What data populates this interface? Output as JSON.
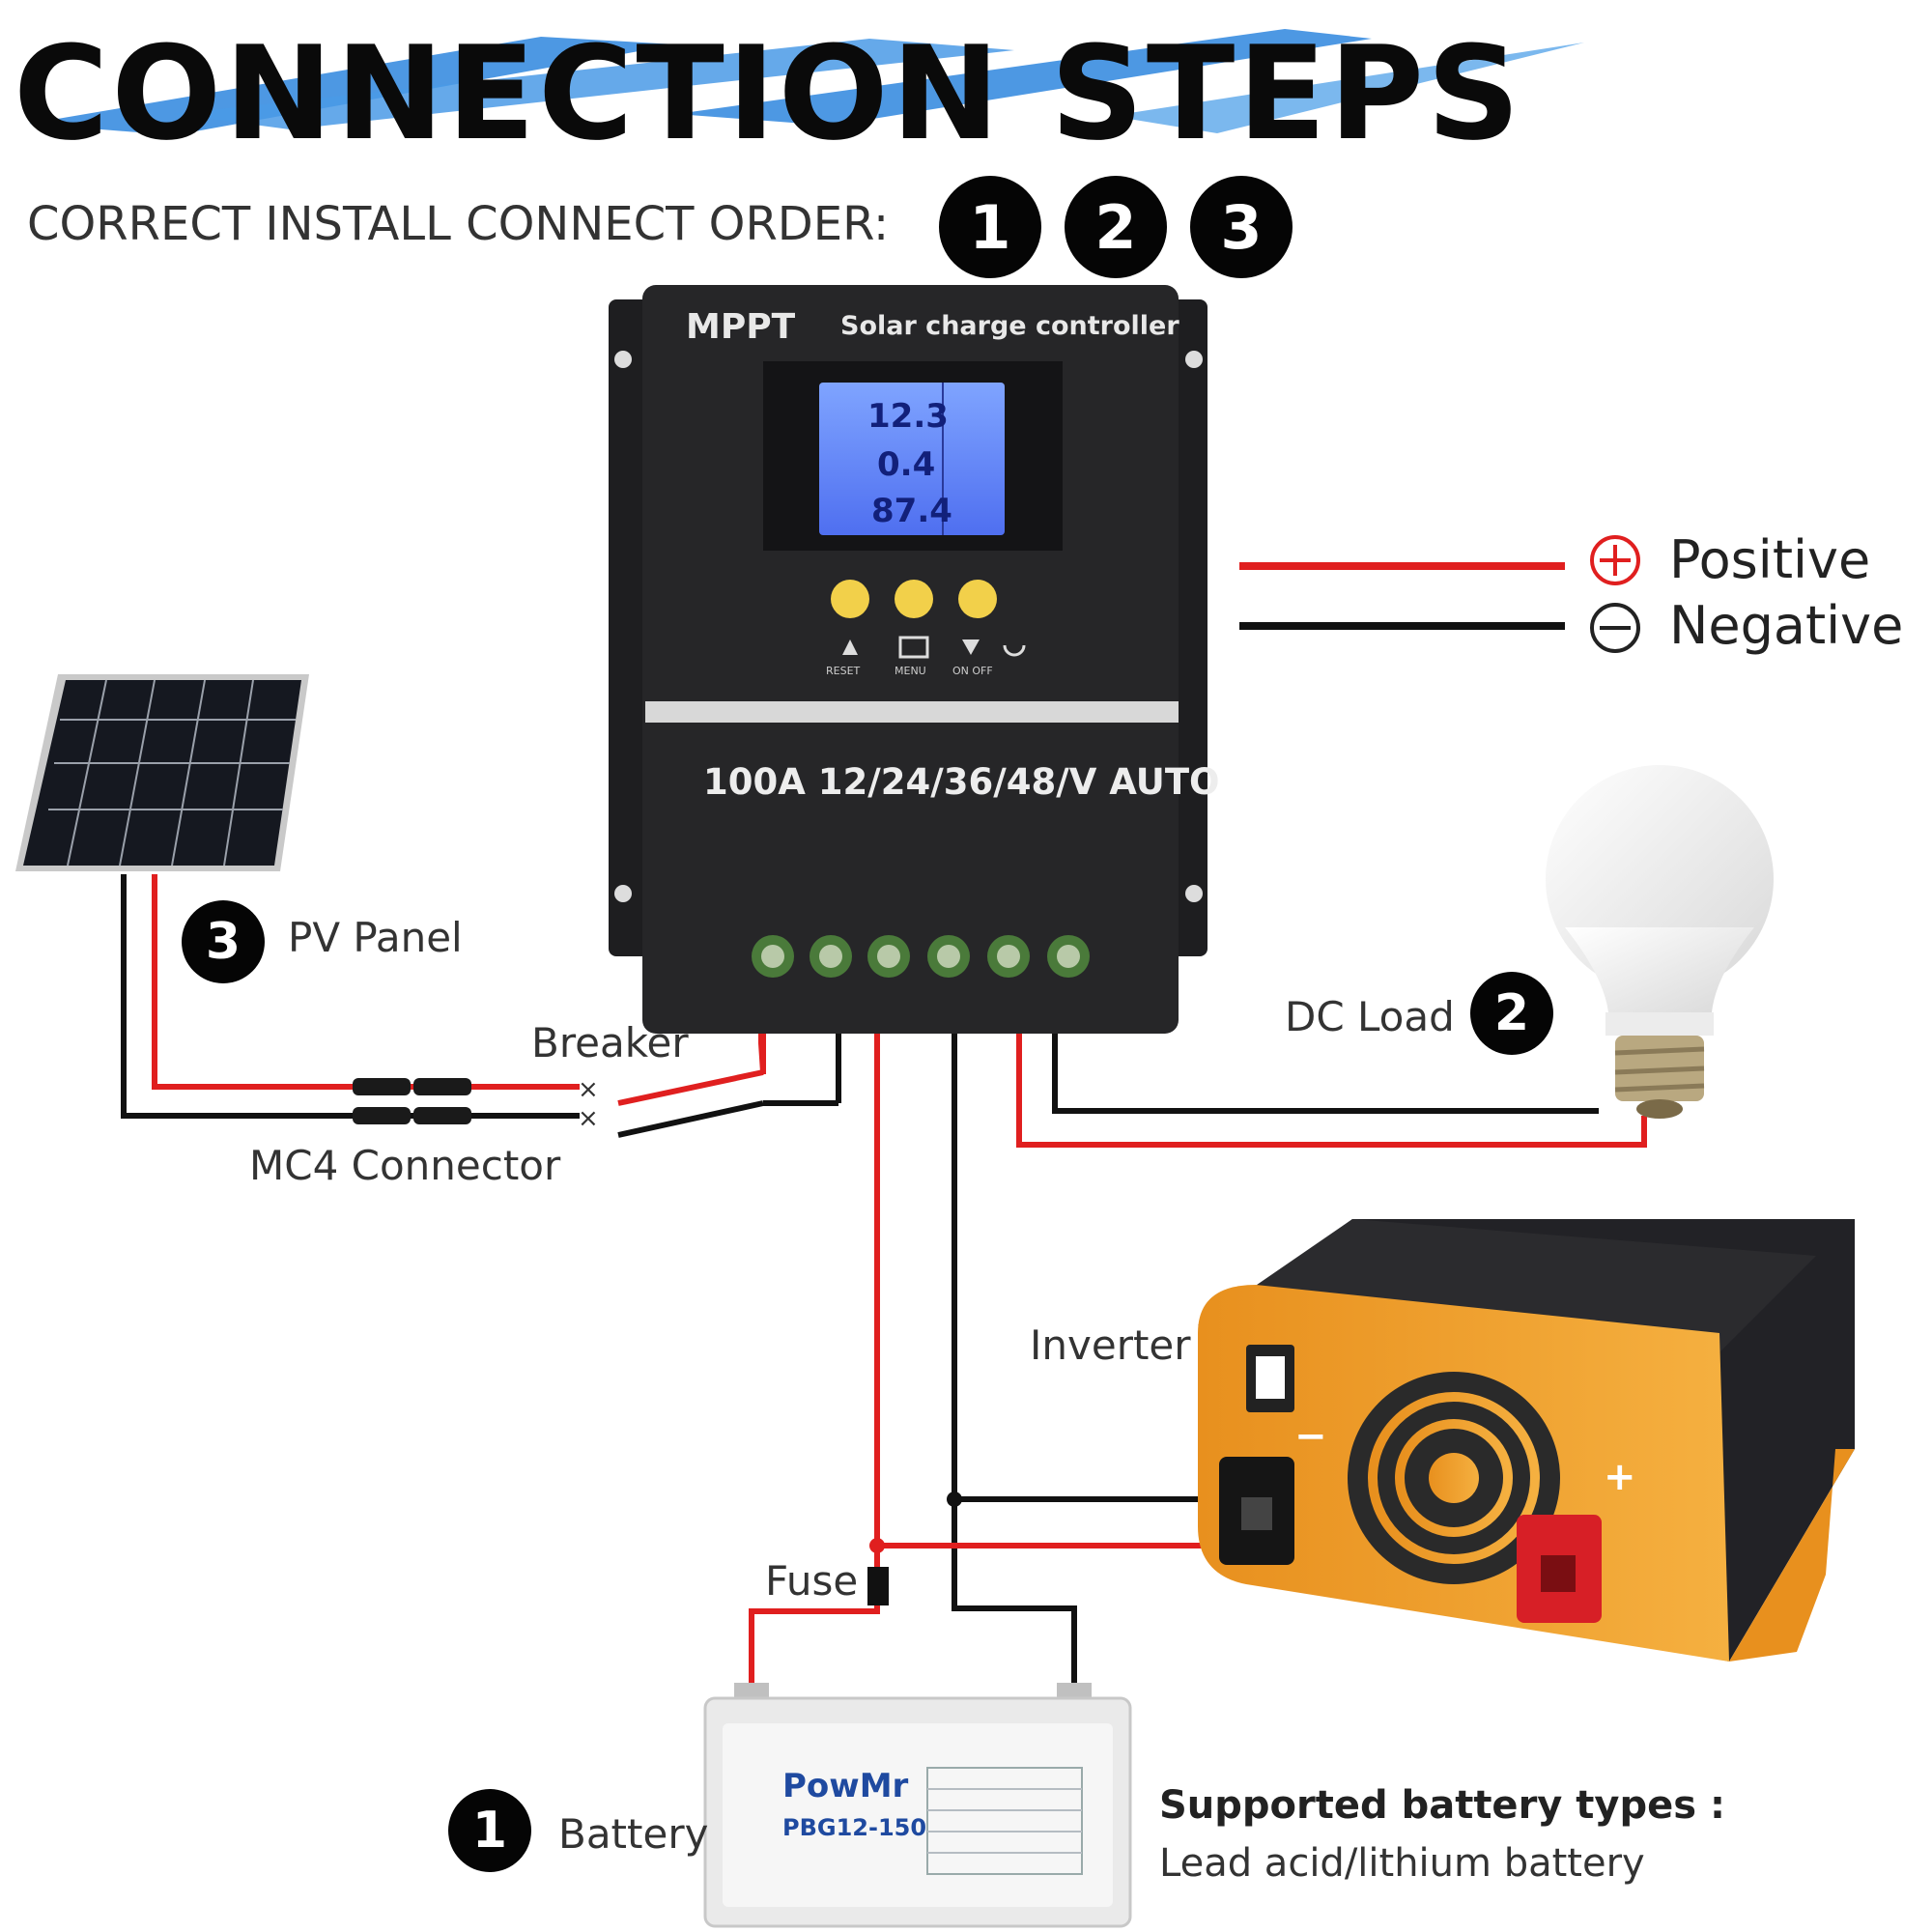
{
  "title": "CONNECTION STEPS",
  "subtitle": "CORRECT INSTALL CONNECT ORDER:",
  "order_steps": [
    "1",
    "2",
    "3"
  ],
  "controller": {
    "brand": "MPPT",
    "name": "Solar charge controller",
    "rating": "100A 12/24/36/48/V AUTO",
    "lcd": {
      "voltage": "12.3",
      "current": "0.4",
      "percent": "87.4"
    },
    "buttons": [
      "RESET",
      "MENU",
      "ON OFF"
    ]
  },
  "legend": {
    "positive": "Positive",
    "negative": "Negative"
  },
  "components": {
    "pv_panel": {
      "step": "3",
      "label": "PV Panel"
    },
    "dc_load": {
      "step": "2",
      "label": "DC Load"
    },
    "battery": {
      "step": "1",
      "label": "Battery",
      "brand": "PowMr",
      "model": "PBG12-150"
    },
    "breaker": "Breaker",
    "mc4": "MC4 Connector",
    "inverter": "Inverter",
    "fuse": "Fuse"
  },
  "battery_types": {
    "heading": "Supported battery types :",
    "types": "Lead acid/lithium battery"
  },
  "colors": {
    "positive": "#e01f1f",
    "negative": "#111111",
    "accent_blue": "#2e86e0",
    "inverter_orange": "#f0a030"
  }
}
